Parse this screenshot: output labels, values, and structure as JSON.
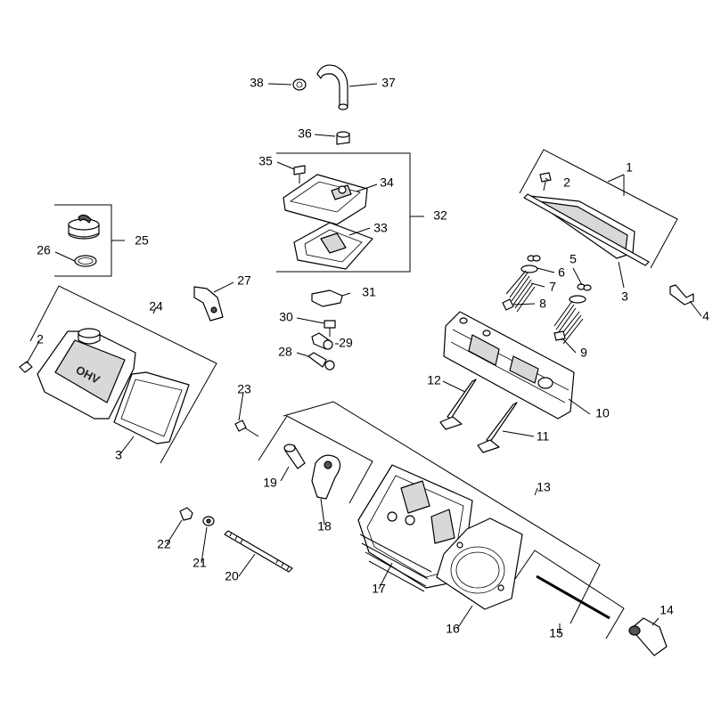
{
  "diagram": {
    "callouts": [
      {
        "id": "c1",
        "label": "1"
      },
      {
        "id": "c2a",
        "label": "2"
      },
      {
        "id": "c3a",
        "label": "3"
      },
      {
        "id": "c4",
        "label": "4"
      },
      {
        "id": "c5",
        "label": "5"
      },
      {
        "id": "c6",
        "label": "6"
      },
      {
        "id": "c7",
        "label": "7"
      },
      {
        "id": "c8",
        "label": "8"
      },
      {
        "id": "c9",
        "label": "9"
      },
      {
        "id": "c10",
        "label": "10"
      },
      {
        "id": "c11",
        "label": "11"
      },
      {
        "id": "c12",
        "label": "12"
      },
      {
        "id": "c13",
        "label": "13"
      },
      {
        "id": "c14",
        "label": "14"
      },
      {
        "id": "c15",
        "label": "15"
      },
      {
        "id": "c16",
        "label": "16"
      },
      {
        "id": "c17",
        "label": "17"
      },
      {
        "id": "c18",
        "label": "18"
      },
      {
        "id": "c19",
        "label": "19"
      },
      {
        "id": "c20",
        "label": "20"
      },
      {
        "id": "c21",
        "label": "21"
      },
      {
        "id": "c22",
        "label": "22"
      },
      {
        "id": "c23",
        "label": "23"
      },
      {
        "id": "c24",
        "label": "24"
      },
      {
        "id": "c2b",
        "label": "2"
      },
      {
        "id": "c3b",
        "label": "3"
      },
      {
        "id": "c25",
        "label": "25"
      },
      {
        "id": "c26",
        "label": "26"
      },
      {
        "id": "c27",
        "label": "27"
      },
      {
        "id": "c28",
        "label": "28"
      },
      {
        "id": "c29",
        "label": "29"
      },
      {
        "id": "c30",
        "label": "30"
      },
      {
        "id": "c31",
        "label": "31"
      },
      {
        "id": "c32",
        "label": "32"
      },
      {
        "id": "c33",
        "label": "33"
      },
      {
        "id": "c34",
        "label": "34"
      },
      {
        "id": "c35",
        "label": "35"
      },
      {
        "id": "c36",
        "label": "36"
      },
      {
        "id": "c37",
        "label": "37"
      },
      {
        "id": "c38",
        "label": "38"
      }
    ],
    "embossed_text": "OHV"
  }
}
